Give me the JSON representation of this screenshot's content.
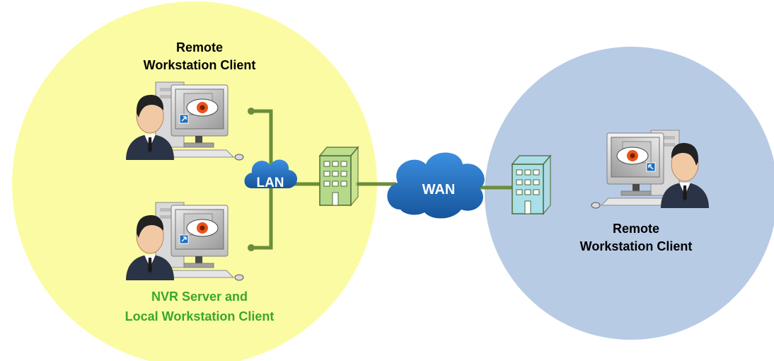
{
  "left_zone": {
    "top_client_label": [
      "Remote",
      "Workstation Client"
    ],
    "bottom_client_label": [
      "NVR Server and",
      "Local Workstation Client"
    ]
  },
  "right_zone": {
    "client_label": [
      "Remote",
      "Workstation Client"
    ]
  },
  "network": {
    "lan_label": "LAN",
    "wan_label": "WAN"
  },
  "colors": {
    "local_zone": "#fbfba3",
    "remote_zone": "#b8cbe4",
    "link_line": "#6b8e3a",
    "cloud": "#1f6ec2",
    "nvr_label": "#3aa82a",
    "building_local": "#b5d98a",
    "building_remote": "#a9dfe8"
  }
}
